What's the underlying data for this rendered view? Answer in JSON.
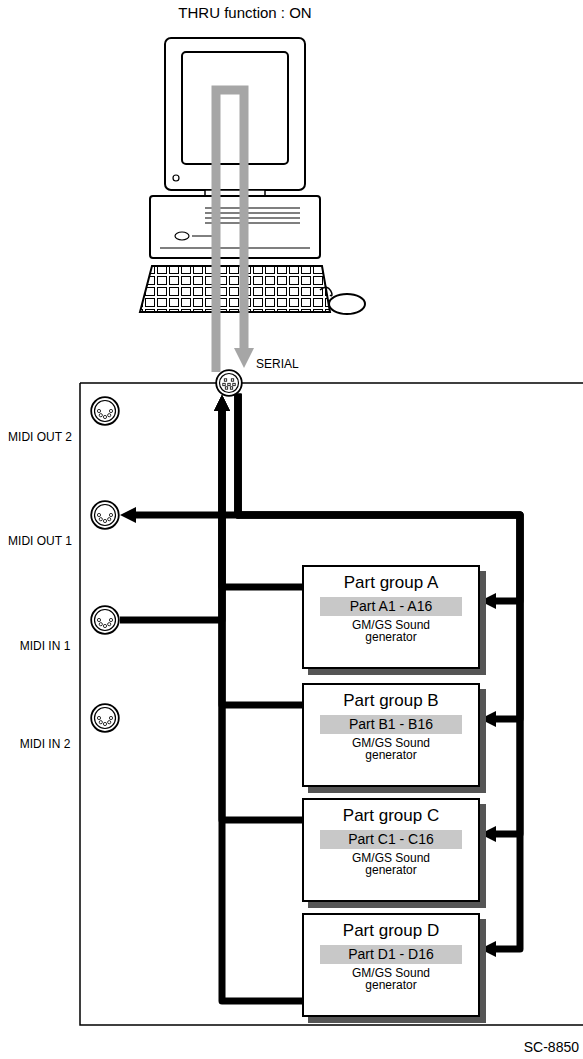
{
  "diagram": {
    "title": "THRU function : ON",
    "caption": "SC-8850",
    "nodes": [
      {
        "text": [
          "SERIAL"
        ]
      },
      {
        "text": [
          "MIDI OUT 2"
        ]
      },
      {
        "text": [
          "MIDI OUT 1"
        ]
      },
      {
        "text": [
          "MIDI IN 1"
        ]
      },
      {
        "text": [
          "MIDI IN 2"
        ]
      },
      {
        "text": [
          "Part group A",
          "GM/GS Sound generator"
        ]
      },
      {
        "text": [
          "Part A1 - A16"
        ],
        "in": 5
      },
      {
        "text": [
          "Part group B",
          "GM/GS Sound generator"
        ]
      },
      {
        "text": [
          "Part B1 - B16"
        ],
        "in": 7
      },
      {
        "text": [
          "Part group C",
          "GM/GS Sound generator"
        ]
      },
      {
        "text": [
          "Part C1 - C16"
        ],
        "in": 9
      },
      {
        "text": [
          "Part group D",
          "GM/GS Sound generator"
        ]
      },
      {
        "text": [
          "Part D1 - D16"
        ],
        "in": 11
      }
    ],
    "edges": [
      {
        "from": 0,
        "to": 2,
        "arrow": "to"
      },
      {
        "from": 0,
        "to": 5,
        "arrow": "to"
      },
      {
        "from": 0,
        "to": 7,
        "arrow": "to"
      },
      {
        "from": 0,
        "to": 9,
        "arrow": "to"
      },
      {
        "from": 0,
        "to": 11,
        "arrow": "to"
      },
      {
        "from": 3,
        "to": 0,
        "arrow": "to"
      },
      {
        "from": 5,
        "to": 0,
        "arrow": "to"
      },
      {
        "from": 7,
        "to": 0,
        "arrow": "to"
      },
      {
        "from": 9,
        "to": 0,
        "arrow": "to"
      },
      {
        "from": 11,
        "to": 0,
        "arrow": "to"
      }
    ]
  }
}
